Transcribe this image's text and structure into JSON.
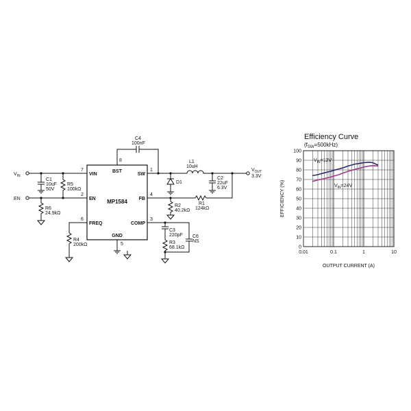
{
  "schematic": {
    "ic": {
      "name": "MP1584",
      "pins": {
        "bst": "BST",
        "vin": "VIN",
        "sw": "SW",
        "en": "EN",
        "fb": "FB",
        "freq": "FREQ",
        "comp": "COMP",
        "gnd": "GND"
      },
      "pin_numbers": {
        "bst": "8",
        "vin": "7",
        "sw": "1",
        "en": "2",
        "fb": "4",
        "freq": "6",
        "comp": "3",
        "gnd": "5"
      }
    },
    "inputs": {
      "vin": "V",
      "vin_sub": "IN",
      "en": "EN"
    },
    "output": {
      "name": "V",
      "name_sub": "OUT",
      "value": "3.3V"
    },
    "components": {
      "c4": {
        "ref": "C4",
        "value": "100nF"
      },
      "c1": {
        "ref": "C1",
        "value": "10uF",
        "rating": "50V"
      },
      "r5": {
        "ref": "R5",
        "value": "100kΩ"
      },
      "r6": {
        "ref": "R6",
        "value": "24.9kΩ"
      },
      "l1": {
        "ref": "L1",
        "value": "10uH"
      },
      "d1": {
        "ref": "D1"
      },
      "c2": {
        "ref": "C2",
        "value": "22uF",
        "rating": "6.3V"
      },
      "r2": {
        "ref": "R2",
        "value": "40.2kΩ"
      },
      "r1": {
        "ref": "R1",
        "value": "124kΩ"
      },
      "r4": {
        "ref": "R4",
        "value": "200kΩ"
      },
      "c3": {
        "ref": "C3",
        "value": "220pF"
      },
      "c6": {
        "ref": "C6",
        "value": "NS"
      },
      "r3": {
        "ref": "R3",
        "value": "68.1kΩ"
      }
    }
  },
  "chart_data": {
    "type": "line",
    "title": "Efficiency Curve",
    "subtitle_main": "(f",
    "subtitle_sub": "SW",
    "subtitle_rest": "=500kHz)",
    "xlabel": "OUTPUT CURRENT (A)",
    "ylabel": "EFFICIENCY (%)",
    "xscale": "log",
    "xlim": [
      0.01,
      10
    ],
    "ylim": [
      0,
      100
    ],
    "grid": true,
    "x_ticks": [
      "0.01",
      "0.1",
      "1",
      "10"
    ],
    "y_ticks": [
      "0",
      "10",
      "20",
      "30",
      "40",
      "50",
      "60",
      "70",
      "80",
      "90",
      "100"
    ],
    "series": [
      {
        "label_main": "V",
        "label_sub": "IN",
        "label_rest": "=12V",
        "color": "#2a2a6e",
        "x": [
          0.02,
          0.03,
          0.05,
          0.08,
          0.1,
          0.15,
          0.2,
          0.3,
          0.5,
          0.8,
          1.0,
          1.5,
          2.0,
          3.0
        ],
        "y": [
          74,
          75,
          77,
          78.5,
          79.5,
          81,
          82,
          84,
          86,
          87,
          87.5,
          88,
          87.5,
          85
        ]
      },
      {
        "label_main": "V",
        "label_sub": "IN",
        "label_rest": "=24V",
        "color": "#a03a8c",
        "x": [
          0.02,
          0.03,
          0.05,
          0.08,
          0.1,
          0.15,
          0.2,
          0.3,
          0.5,
          0.8,
          1.0,
          1.5,
          2.0,
          3.0
        ],
        "y": [
          68,
          69.5,
          71,
          72.5,
          73.5,
          75,
          76.5,
          78.5,
          80.5,
          82,
          83,
          84,
          84.5,
          84
        ]
      }
    ]
  }
}
